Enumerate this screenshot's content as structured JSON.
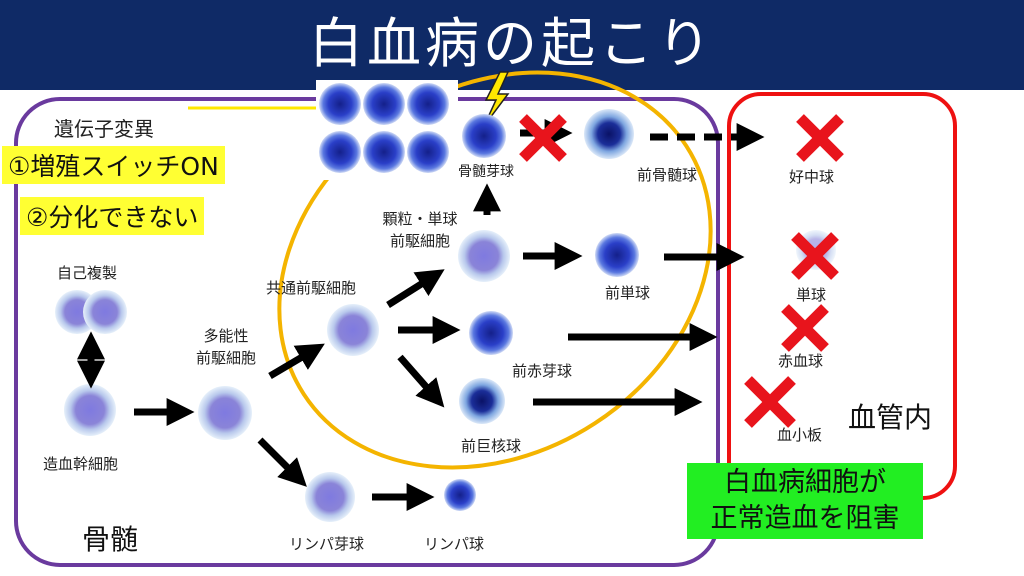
{
  "title": "白血病の起こり",
  "regions": {
    "bone_marrow": "骨髄",
    "blood_vessel": "血管内"
  },
  "mutation": {
    "heading": "遺伝子変異",
    "point1": "①増殖スイッチON",
    "point2": "②分化できない"
  },
  "leukemia_note": {
    "line1": "白血病細胞が",
    "line2": "正常造血を阻害"
  },
  "cells": {
    "self_renewal": "自己複製",
    "hsc": "造血幹細胞",
    "mpp_line1": "多能性",
    "mpp_line2": "前駆細胞",
    "cmp": "共通前駆細胞",
    "gmp_line1": "顆粒・単球",
    "gmp_line2": "前駆細胞",
    "myeloblast": "骨髄芽球",
    "promyelocyte": "前骨髄球",
    "promonocyte": "前単球",
    "proerythroblast": "前赤芽球",
    "megakaryoblast": "前巨核球",
    "lymphoblast": "リンパ芽球",
    "lymphocyte": "リンパ球",
    "neutrophil": "好中球",
    "monocyte": "単球",
    "rbc": "赤血球",
    "platelet": "血小板"
  },
  "colors": {
    "title_bg": "#0f2a66",
    "bone_marrow_border": "#6a3a9e",
    "leukemia_oval": "#f4b400",
    "vessel_border": "#ee1111",
    "block_mark": "#e8141c",
    "highlight_yellow": "#ffff33",
    "highlight_green": "#22ee22"
  }
}
